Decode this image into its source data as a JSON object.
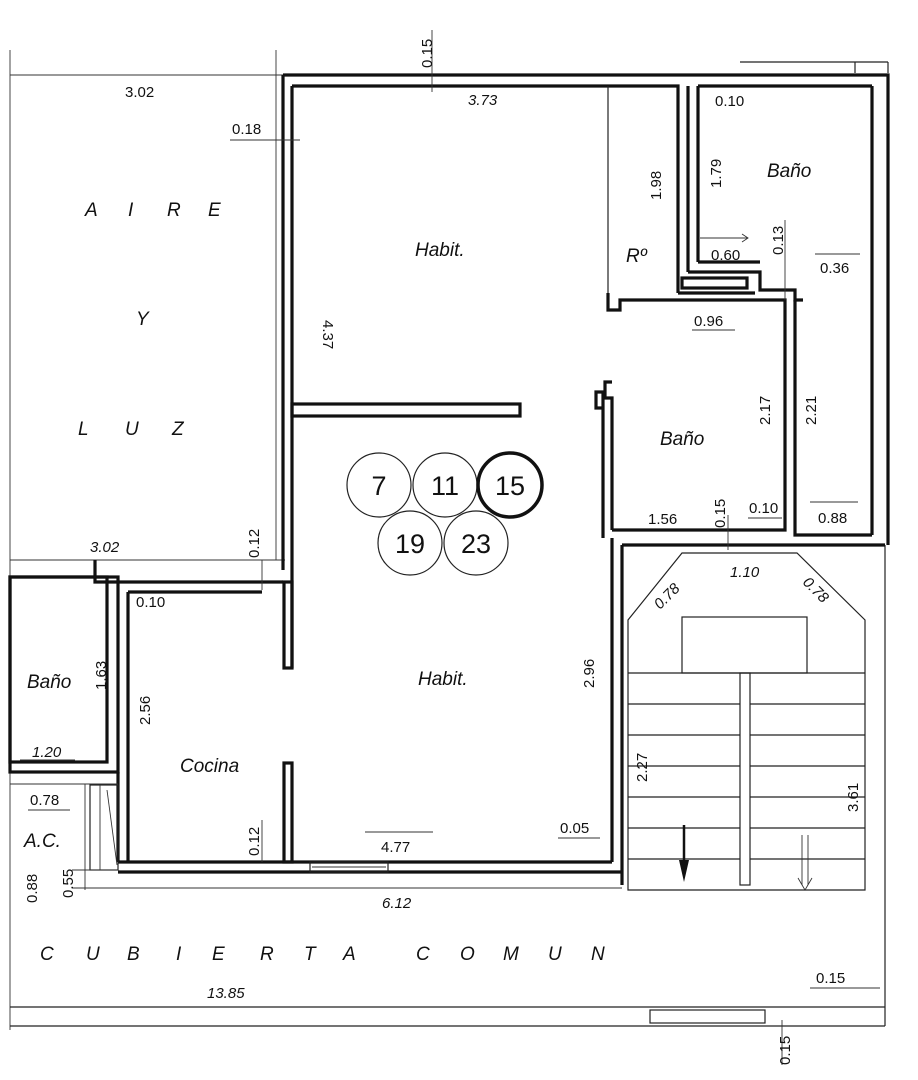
{
  "rooms": {
    "habit_top": "Habit.",
    "bano_top_right": "Baño",
    "ropero": "Rº",
    "bano_mid": "Baño",
    "habit_bottom": "Habit.",
    "cocina": "Cocina",
    "bano_left": "Baño",
    "ac": "A.C."
  },
  "aire_y_luz": [
    "A",
    "I",
    "R",
    "E",
    "Y",
    "L",
    "U",
    "Z"
  ],
  "cubierta_comun": [
    "C",
    "U",
    "B",
    "I",
    "E",
    "R",
    "T",
    "A",
    "C",
    "O",
    "M",
    "U",
    "N"
  ],
  "unit_numbers": [
    {
      "label": "7",
      "highlighted": false
    },
    {
      "label": "11",
      "highlighted": false
    },
    {
      "label": "15",
      "highlighted": true
    },
    {
      "label": "19",
      "highlighted": false
    },
    {
      "label": "23",
      "highlighted": false
    }
  ],
  "dimensions": {
    "d_0_15_top": "0.15",
    "d_3_02_top": "3.02",
    "d_3_73": "3.73",
    "d_0_10_top": "0.10",
    "d_0_18": "0.18",
    "d_1_98": "1.98",
    "d_1_79": "1.79",
    "d_0_60": "0.60",
    "d_0_13": "0.13",
    "d_0_36": "0.36",
    "d_4_37": "4.37",
    "d_0_96": "0.96",
    "d_2_17": "2.17",
    "d_2_21": "2.21",
    "d_1_56": "1.56",
    "d_0_15_mid": "0.15",
    "d_0_10_mid": "0.10",
    "d_0_88_right": "0.88",
    "d_3_02_mid": "3.02",
    "d_0_12_upper": "0.12",
    "d_0_10_left": "0.10",
    "d_1_10": "1.10",
    "d_0_78_a": "0.78",
    "d_0_78_b": "0.78",
    "d_1_63": "1.63",
    "d_2_56": "2.56",
    "d_2_96": "2.96",
    "d_1_20": "1.20",
    "d_2_27": "2.27",
    "d_3_61": "3.61",
    "d_0_78_left": "0.78",
    "d_0_12_lower": "0.12",
    "d_4_77": "4.77",
    "d_0_05": "0.05",
    "d_0_88_left": "0.88",
    "d_0_55": "0.55",
    "d_6_12": "6.12",
    "d_0_15_lower_right": "0.15",
    "d_13_85": "13.85",
    "d_0_15_bottom": "0.15"
  }
}
